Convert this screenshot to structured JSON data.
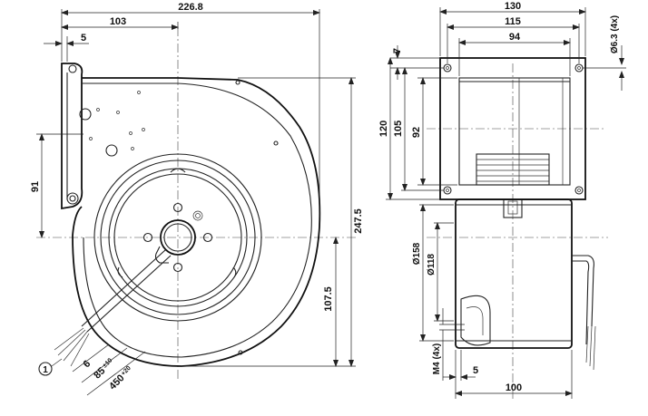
{
  "drawing": {
    "dims": {
      "overall_width": "226.8",
      "inlet_offset": "103",
      "flange_offset": "5",
      "mount_hole_spacing": "91",
      "overall_height": "247.5",
      "center_height": "107.5",
      "cable_6": "6",
      "cable_85": "85",
      "cable_85_tol": "±10",
      "cable_450": "450",
      "cable_450_tol": "+20",
      "flange_width": "130",
      "hole_spacing_h": "115",
      "body_width": "94",
      "hole_dia": "Ø6.3 (4x)",
      "edge_7": "7",
      "flange_height": "120",
      "hole_spacing_v": "105",
      "body_height": "92",
      "dia_158": "Ø158",
      "dia_118": "Ø118",
      "thread": "M4 (4x)",
      "side_5": "5",
      "depth_100": "100"
    },
    "callout": "1"
  }
}
